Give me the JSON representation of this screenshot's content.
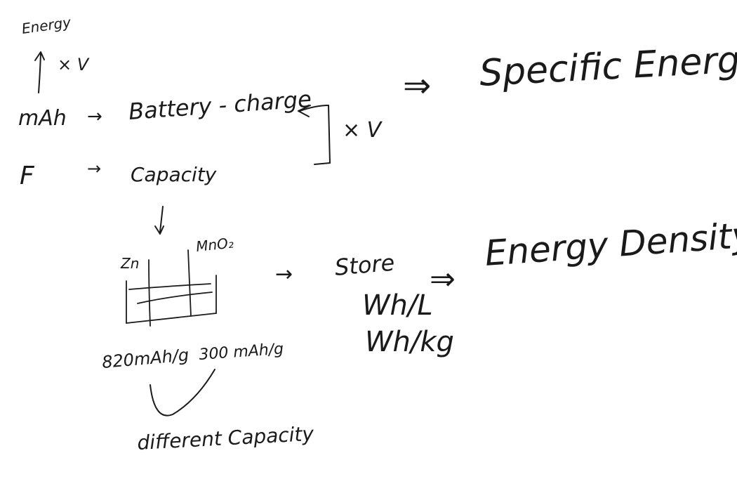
{
  "ink_color": "#1a1a1a",
  "labels": {
    "energy_small": "Energy",
    "times_v_top": "× V",
    "mah": "mAh",
    "arrow_1": "→",
    "battery_charge": "Battery - charge",
    "times_v_bracket": "× V",
    "farad": "F",
    "arrow_2": "→",
    "capacity": "Capacity",
    "implies_1": "⇒",
    "specific_energy": "Specific Energy",
    "zn": "Zn",
    "mno2": "MnO₂",
    "arrow_3": "→",
    "store": "Store",
    "implies_2": "⇒",
    "energy_density": "Energy Density",
    "wh_per_l": "Wh/L",
    "wh_per_kg": "Wh/kg",
    "zn_capacity": "820mAh/g",
    "mno2_capacity": "300 mAh/g",
    "different_capacity": "different Capacity"
  }
}
